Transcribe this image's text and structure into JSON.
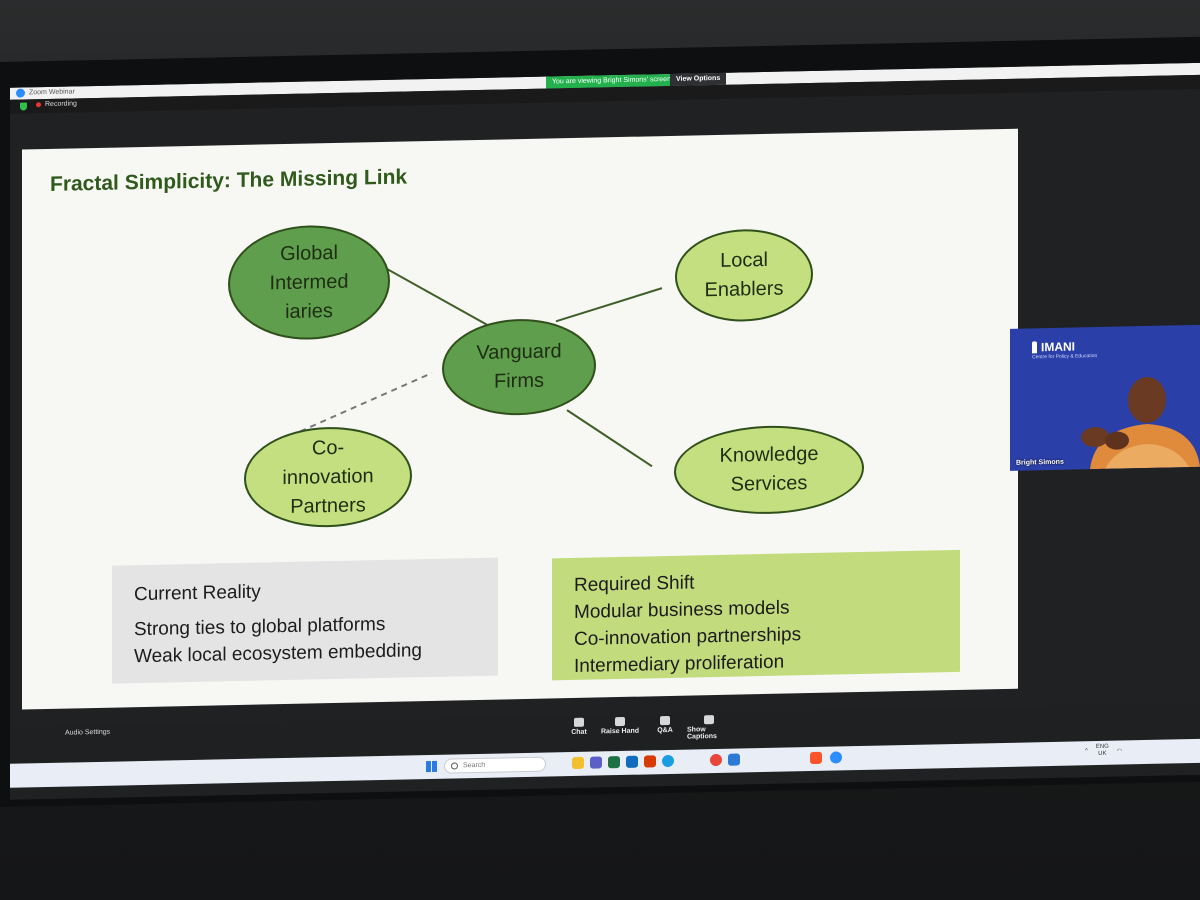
{
  "window": {
    "app_title": "Zoom Webinar",
    "viewing_banner": "You are viewing Bright Simons' screen",
    "view_options": "View Options"
  },
  "status": {
    "recording": "Recording"
  },
  "slide": {
    "title": "Fractal Simplicity: The Missing Link",
    "nodes": {
      "global": [
        "Global",
        "Intermed",
        "iaries"
      ],
      "local": [
        "Local",
        "Enablers"
      ],
      "vanguard": [
        "Vanguard",
        "Firms"
      ],
      "co_innovation": [
        "Co-",
        "innovation",
        "Partners"
      ],
      "knowledge": [
        "Knowledge",
        "Services"
      ]
    },
    "current_reality": {
      "title": "Current Reality",
      "items": [
        "Strong ties to global platforms",
        "Weak local ecosystem embedding"
      ]
    },
    "required_shift": {
      "title": "Required Shift",
      "items": [
        "Modular business models",
        "Co-innovation partnerships",
        "Intermediary proliferation"
      ]
    }
  },
  "video": {
    "brand": "IMANI",
    "brand_sub": "Centre for Policy & Education",
    "speaker": "Bright Simons"
  },
  "controls": {
    "audio_settings": "Audio Settings",
    "chat": "Chat",
    "raise_hand": "Raise Hand",
    "qa": "Q&A",
    "captions": "Show Captions"
  },
  "taskbar": {
    "search_placeholder": "Search",
    "lang_top": "ENG",
    "lang_bottom": "UK"
  },
  "colors": {
    "slide_title": "#2f5a1c",
    "dark_node": "#5f9e4c",
    "light_node": "#c4df7f",
    "banner": "#23b14d",
    "video_bg": "#2b3fa8"
  }
}
